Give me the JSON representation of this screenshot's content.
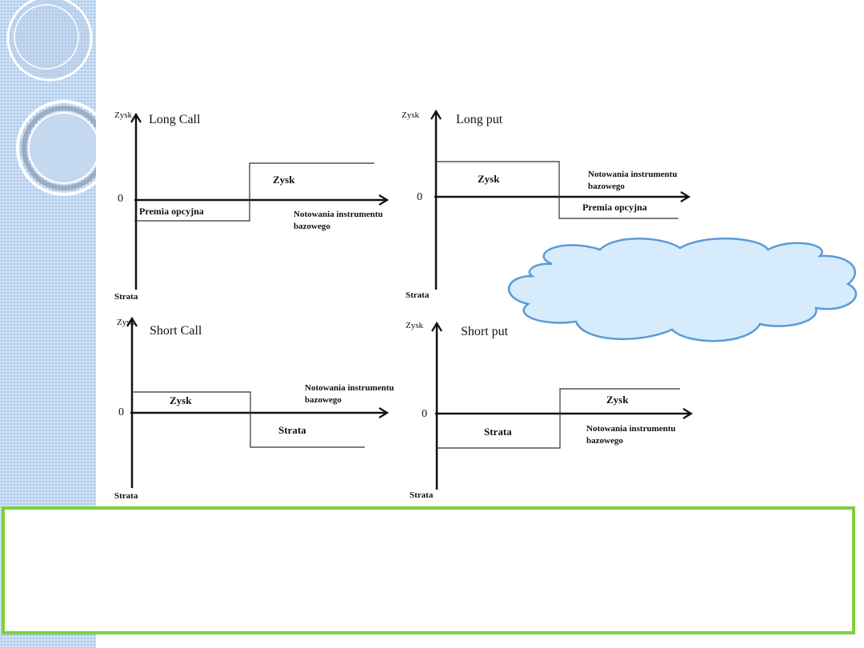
{
  "colors": {
    "sidebar": "#cfe1f6",
    "cloud_fill": "#d6ebfb",
    "cloud_stroke": "#5b9bd5",
    "box_border": "#7ed03c",
    "line": "#111111"
  },
  "diagrams": {
    "long_call": {
      "title": "Long Call",
      "y_top": "Zysk",
      "y_bottom": "Strata",
      "origin": "0",
      "zone_above": "Zysk",
      "zone_below": "Premia opcyjna",
      "x_label_1": "Notowania instrumentu",
      "x_label_2": "bazowego"
    },
    "long_put": {
      "title": "Long put",
      "y_top": "Zysk",
      "y_bottom": "Strata",
      "origin": "0",
      "zone_above": "Zysk",
      "zone_below": "Premia opcyjna",
      "x_label_1": "Notowania instrumentu",
      "x_label_2": "bazowego"
    },
    "short_call": {
      "title": "Short Call",
      "y_top": "Zysk",
      "y_bottom": "Strata",
      "origin": "0",
      "zone_above": "Zysk",
      "zone_below": "Strata",
      "x_label_1": "Notowania instrumentu",
      "x_label_2": "bazowego"
    },
    "short_put": {
      "title": "Short put",
      "y_top": "Zysk",
      "y_bottom": "Strata",
      "origin": "0",
      "zone_above": "Zysk",
      "zone_below": "Strata",
      "x_label_1": "Notowania instrumentu",
      "x_label_2": "bazowego"
    }
  }
}
